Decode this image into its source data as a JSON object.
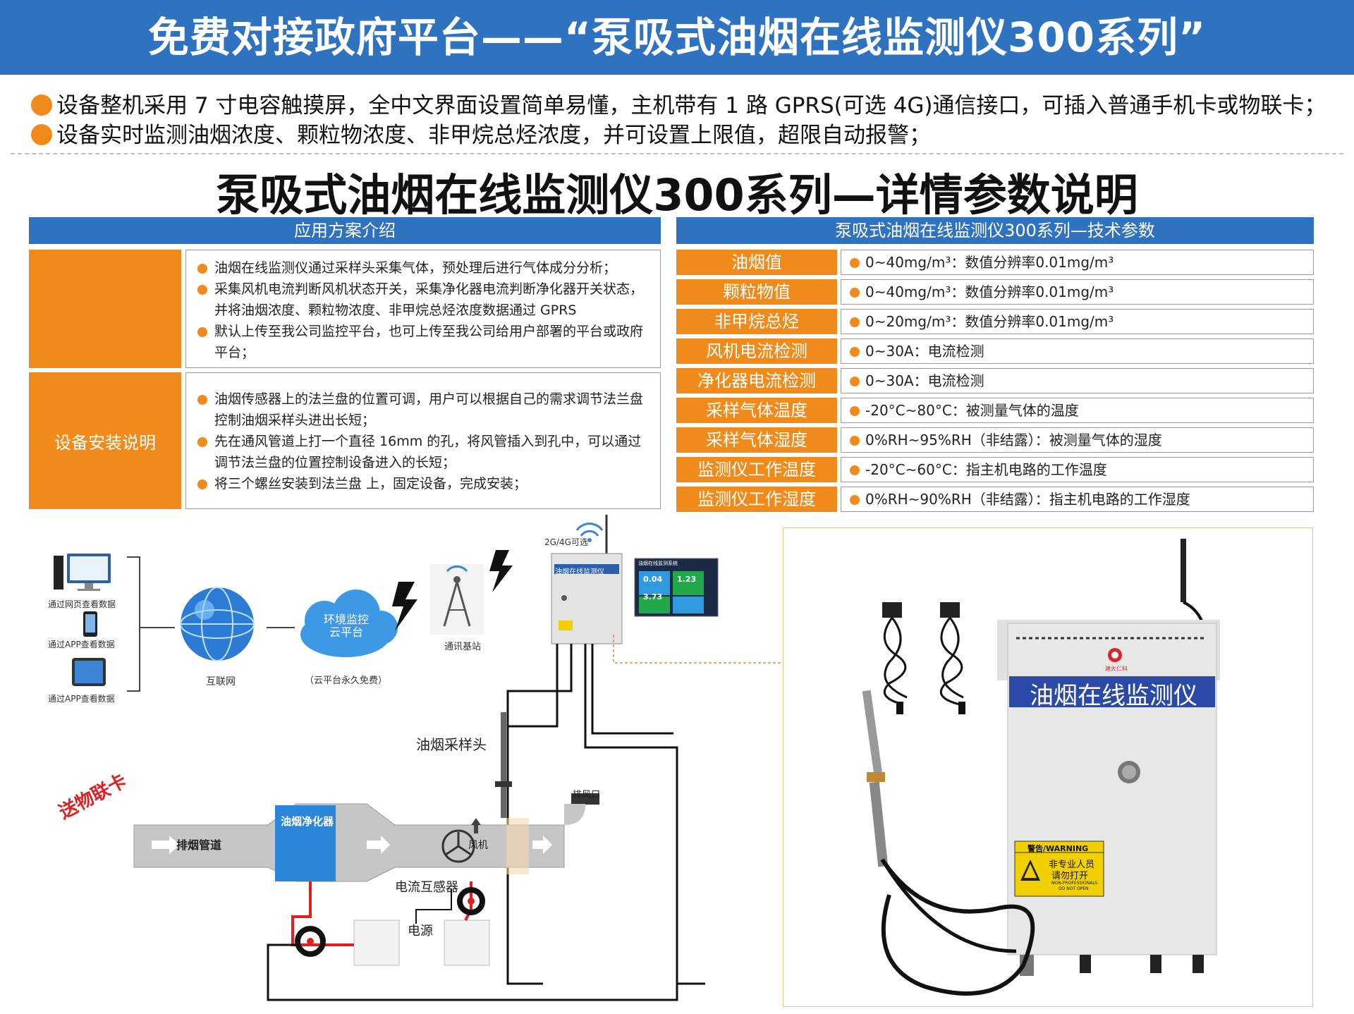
{
  "banner": {
    "title": "免费对接政府平台——“泵吸式油烟在线监测仪300系列”"
  },
  "features": [
    "设备整机采用 7 寸电容触摸屏，全中文界面设置简单易懂，主机带有 1 路 GPRS(可选 4G)通信接口，可插入普通手机卡或物联卡；",
    "设备实时监测油烟浓度、颗粒物浓度、非甲烷总烃浓度，并可设置上限值，超限自动报警；"
  ],
  "main_title": "泵吸式油烟在线监测仪300系列—详情参数说明",
  "application": {
    "header": "应用方案介绍",
    "rows": [
      {
        "label": "",
        "items": [
          "油烟在线监测仪通过采样头采集气体，预处理后进行气体成分分析；",
          "采集风机电流判断风机状态开关，采集净化器电流判断净化器开关状态，并将油烟浓度、颗粒物浓度、非甲烷总烃浓度数据通过 GPRS",
          "默认上传至我公司监控平台，也可上传至我公司给用户部署的平台或政府平台；"
        ]
      },
      {
        "label": "设备安装说明",
        "items": [
          "油烟传感器上的法兰盘的位置可调，用户可以根据自己的需求调节法兰盘控制油烟采样头进出长短；",
          "先在通风管道上打一个直径 16mm 的孔，将风管插入到孔中，可以通过调节法兰盘的位置控制设备进入的长短；",
          "将三个螺丝安装到法兰盘 上，固定设备，完成安装；"
        ]
      }
    ]
  },
  "tech_params": {
    "header": "泵吸式油烟在线监测仪300系列—技术参数",
    "rows": [
      {
        "label": "油烟值",
        "value": "0~40mg/m³：数值分辨率0.01mg/m³"
      },
      {
        "label": "颗粒物值",
        "value": "0~40mg/m³：数值分辨率0.01mg/m³"
      },
      {
        "label": "非甲烷总烃",
        "value": "0~20mg/m³：数值分辨率0.01mg/m³"
      },
      {
        "label": "风机电流检测",
        "value": "0~30A：电流检测"
      },
      {
        "label": "净化器电流检测",
        "value": "0~30A：电流检测"
      },
      {
        "label": "采样气体温度",
        "value": "-20°C~80°C：被测量气体的温度"
      },
      {
        "label": "采样气体湿度",
        "value": "0%RH~95%RH（非结露）：被测量气体的湿度"
      },
      {
        "label": "监测仪工作温度",
        "value": "-20°C~60°C：指主机电路的工作温度"
      },
      {
        "label": "监测仪工作湿度",
        "value": "0%RH~90%RH（非结露）：指主机电路的工作湿度"
      }
    ]
  },
  "diagram": {
    "access_pc": "通过网页查看数据",
    "access_app1": "通过APP查看数据",
    "access_app2": "通过APP查看数据",
    "internet": "互联网",
    "cloud": "环境监控云平台",
    "cloud_note": "（云平台永久免费）",
    "base_station": "通讯基站",
    "network": "2G/4G可选",
    "device_label": "油烟在线监测仪",
    "screen_title": "油烟在线监测系统",
    "screen_v1": "0.04",
    "screen_v2": "1.23",
    "screen_v3": "3.73",
    "sampling_head": "油烟采样头",
    "exhaust_port": "排风口",
    "purifier": "油烟净化器",
    "pipe": "排烟管道",
    "fan": "风机",
    "ct": "电流互感器",
    "power": "电源",
    "gift": "送物联卡"
  },
  "product": {
    "label": "油烟在线监测仪",
    "warning_title": "警告/WARNING",
    "warning_line1": "非专业人员",
    "warning_line2": "请勿打开",
    "warning_en1": "NON-PROFESSIONALS",
    "warning_en2": "DO NOT OPEN",
    "brand": "建大仁科"
  },
  "colors": {
    "blue": "#2f73c0",
    "orange": "#f08a1b"
  }
}
